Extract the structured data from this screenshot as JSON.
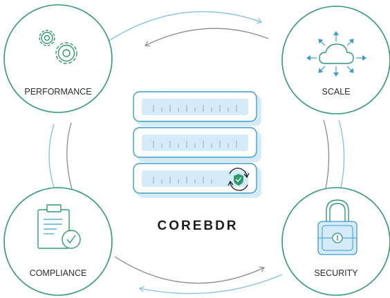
{
  "center": {
    "title": "COREBDR"
  },
  "nodes": {
    "performance": {
      "label": "PERFORMANCE"
    },
    "scale": {
      "label": "SCALE"
    },
    "compliance": {
      "label": "COMPLIANCE"
    },
    "security": {
      "label": "SECURITY"
    }
  },
  "icons": {
    "performance": "gears-icon",
    "scale": "cloud-scale-icon",
    "compliance": "clipboard-check-icon",
    "security": "padlock-icon",
    "server": "shield-sync-icon"
  },
  "colors": {
    "green": "#2e9a6d",
    "blue": "#3c9bd1",
    "blue_fill": "#d6ebf8",
    "tick": "#8eb4c8",
    "ring_gray": "#8a8a8a",
    "ring_blue": "#7fc0e3"
  }
}
